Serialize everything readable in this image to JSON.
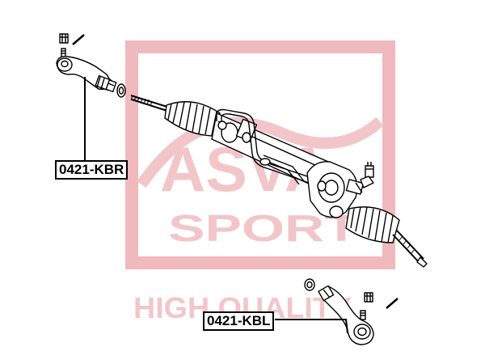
{
  "watermark": {
    "logo_text": "ASVA",
    "sport_text": "SPORT",
    "tagline": "HIGH QUALITY",
    "color": "#e8a3a8"
  },
  "parts": [
    {
      "id": "kbr",
      "label": "0421-KBR",
      "description": "right tie rod end"
    },
    {
      "id": "kbl",
      "label": "0421-KBL",
      "description": "left tie rod end"
    }
  ],
  "colors": {
    "line": "#000000",
    "background": "#ffffff"
  }
}
